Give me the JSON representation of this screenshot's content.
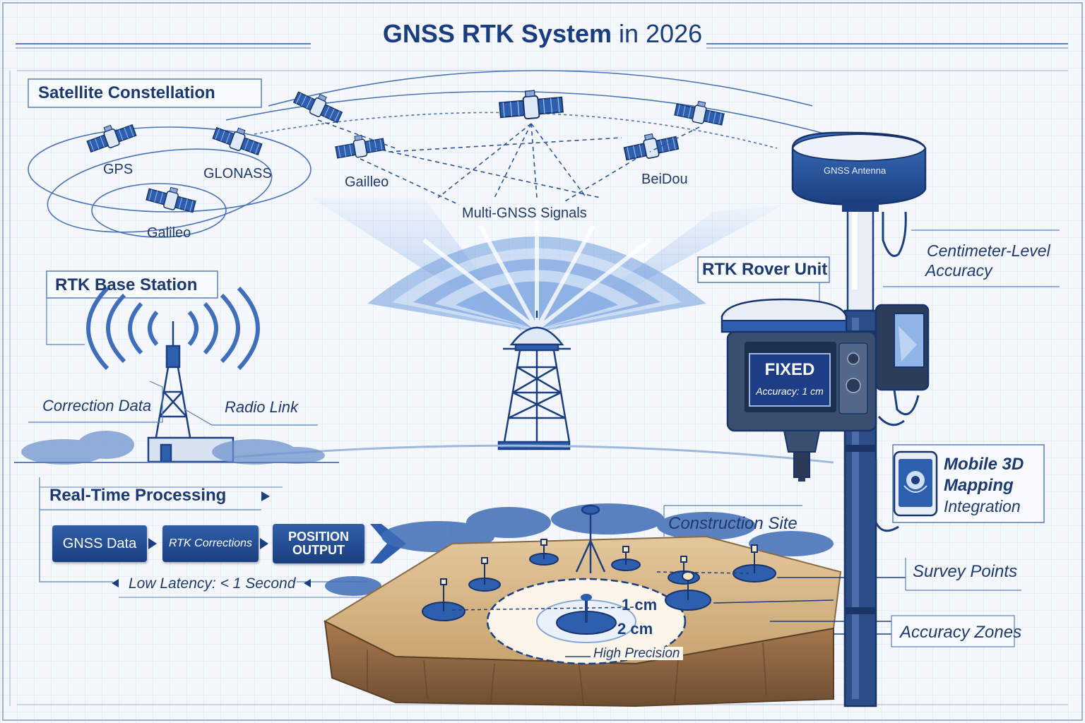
{
  "title": {
    "main": "GNSS RTK System",
    "suffix": "in 2026"
  },
  "satellite_section": {
    "label": "Satellite Constellation",
    "constellations": [
      "GPS",
      "GLONASS",
      "Galileo",
      "Gailleo",
      "BeiDou"
    ],
    "signals_label": "Multi-GNSS Signals"
  },
  "base_station": {
    "label": "RTK Base Station",
    "correction_label": "Correction Data",
    "radio_label": "Radio Link"
  },
  "rover": {
    "label": "RTK Rover Unit",
    "antenna_label": "GNSS Antenna",
    "accuracy_note": [
      "Centimeter-Level",
      "Accuracy"
    ],
    "status": "FIXED",
    "accuracy_readout": "Accuracy: 1 cm"
  },
  "mobile": {
    "lines": [
      "Mobile 3D",
      "Mapping",
      "Integration"
    ]
  },
  "processing": {
    "label": "Real-Time Processing",
    "steps": [
      "GNSS Data",
      "RTK Corrections",
      "POSITION OUTPUT"
    ],
    "latency": "Low Latency: < 1 Second"
  },
  "site": {
    "label": "Construction Site",
    "survey_points": "Survey Points",
    "accuracy_zones": "Accuracy Zones",
    "zone_inner": "1 cm",
    "zone_outer": "2 cm",
    "precision": "High Precision"
  },
  "colors": {
    "primary": "#1e4a91",
    "light": "#4f86d1",
    "ground": "#d9b98b",
    "background": "#f4f8fd"
  },
  "icons": [
    "satellite-icon",
    "tower-icon",
    "antenna-icon",
    "phone-icon",
    "arrow-right-icon"
  ]
}
